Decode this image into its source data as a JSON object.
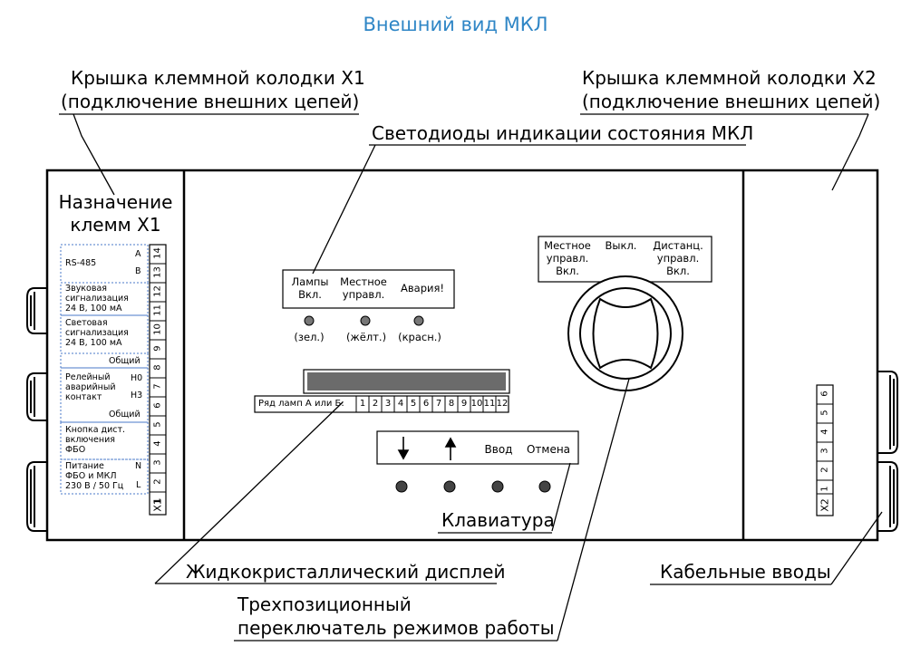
{
  "title": "Внешний вид МКЛ",
  "callouts": {
    "cover_x1_line1": "Крышка клеммной колодки Х1",
    "cover_x1_line2": "(подключение внешних цепей)",
    "cover_x2_line1": "Крышка клеммной колодки Х2",
    "cover_x2_line2": "(подключение внешних цепей)",
    "leds": "Светодиоды индикации состояния МКЛ",
    "keyboard": "Клавиатура",
    "lcd": "Жидкокристаллический дисплей",
    "cable_entries": "Кабельные вводы",
    "switch_line1": "Трехпозиционный",
    "switch_line2": "переключатель режимов работы"
  },
  "x1_panel": {
    "heading_line1": "Назначение",
    "heading_line2": "клемм Х1",
    "terminal_block_label": "Х1",
    "terminals": [
      "14",
      "13",
      "12",
      "11",
      "10",
      "9",
      "8",
      "7",
      "6",
      "5",
      "4",
      "3",
      "2",
      "1"
    ],
    "groups": [
      {
        "lines": [
          "RS-485"
        ],
        "pins": [
          "A",
          "B"
        ]
      },
      {
        "lines": [
          "Звуковая",
          "сигнализация",
          "24 В, 100 мА"
        ]
      },
      {
        "lines": [
          "Световая",
          "сигнализация",
          "24 В, 100 мА"
        ]
      },
      {
        "lines": [
          "Общий"
        ]
      },
      {
        "lines": [
          "Релейный",
          "аварийный",
          "контакт"
        ],
        "pins": [
          "Н0",
          "Н3"
        ]
      },
      {
        "lines": [
          "Общий"
        ]
      },
      {
        "lines": [
          "Кнопка дист.",
          "включения",
          "ФБО"
        ]
      },
      {
        "lines": [
          "Питание",
          "ФБО и МКЛ",
          "230 В / 50 Гц"
        ],
        "pins": [
          "N",
          "L"
        ]
      }
    ]
  },
  "x2_panel": {
    "terminal_block_label": "Х2",
    "terminals": [
      "6",
      "5",
      "4",
      "3",
      "2",
      "1"
    ]
  },
  "leds": [
    {
      "label_line1": "Лампы",
      "label_line2": "Вкл.",
      "color": "(зел.)"
    },
    {
      "label_line1": "Местное",
      "label_line2": "управл.",
      "color": "(жёлт.)"
    },
    {
      "label_line1": "Авария!",
      "label_line2": "",
      "color": "(красн.)"
    }
  ],
  "lamp_row": {
    "label": "Ряд ламп А или Б:",
    "cells": [
      "1",
      "2",
      "3",
      "4",
      "5",
      "6",
      "7",
      "8",
      "9",
      "10",
      "11",
      "12"
    ]
  },
  "mode_switch": {
    "positions": [
      {
        "lines": [
          "Местное",
          "управл.",
          "Вкл."
        ]
      },
      {
        "lines": [
          "Выкл."
        ]
      },
      {
        "lines": [
          "Дистанц.",
          "управл.",
          "Вкл."
        ]
      }
    ]
  },
  "keypad": {
    "keys": [
      {
        "label": "",
        "icon": "arrow-down-icon"
      },
      {
        "label": "",
        "icon": "arrow-up-icon"
      },
      {
        "label": "Ввод"
      },
      {
        "label": "Отмена"
      }
    ]
  },
  "colors": {
    "title": "#2f86c6",
    "led": "#777777",
    "display": "#6b6b6b",
    "dash": "#4a78c8"
  }
}
